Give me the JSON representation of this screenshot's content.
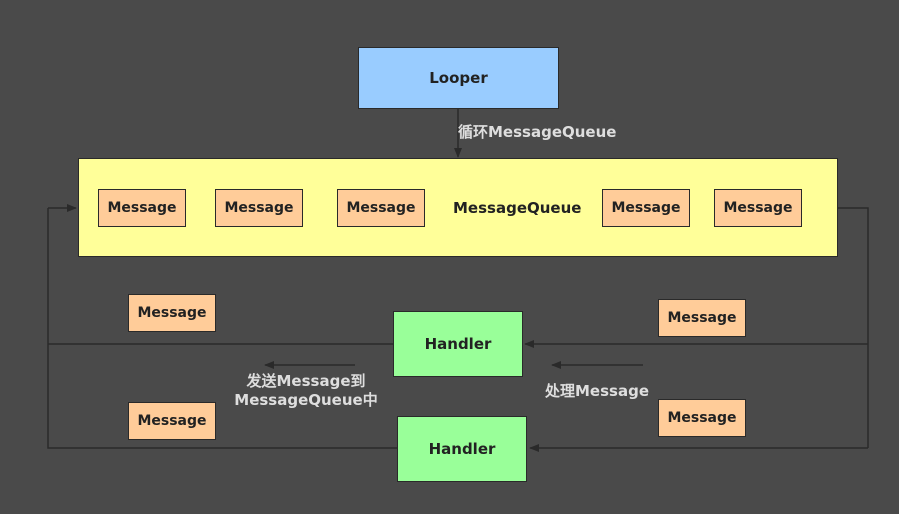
{
  "looper": {
    "label": "Looper"
  },
  "loop_label": "循环MessageQueue",
  "queue": {
    "label": "MessageQueue",
    "messages": [
      "Message",
      "Message",
      "Message",
      "Message",
      "Message"
    ]
  },
  "handlers": [
    {
      "label": "Handler"
    },
    {
      "label": "Handler"
    }
  ],
  "side_messages": [
    "Message",
    "Message",
    "Message",
    "Message"
  ],
  "send_label": {
    "line1": "发送Message到",
    "line2": "MessageQueue中"
  },
  "process_label": "处理Message",
  "colors": {
    "background": "#4a4a4a",
    "looper": "#99ccff",
    "queue": "#ffff99",
    "message": "#ffcc99",
    "handler": "#99ff99",
    "wire": "#2a2a2a"
  }
}
